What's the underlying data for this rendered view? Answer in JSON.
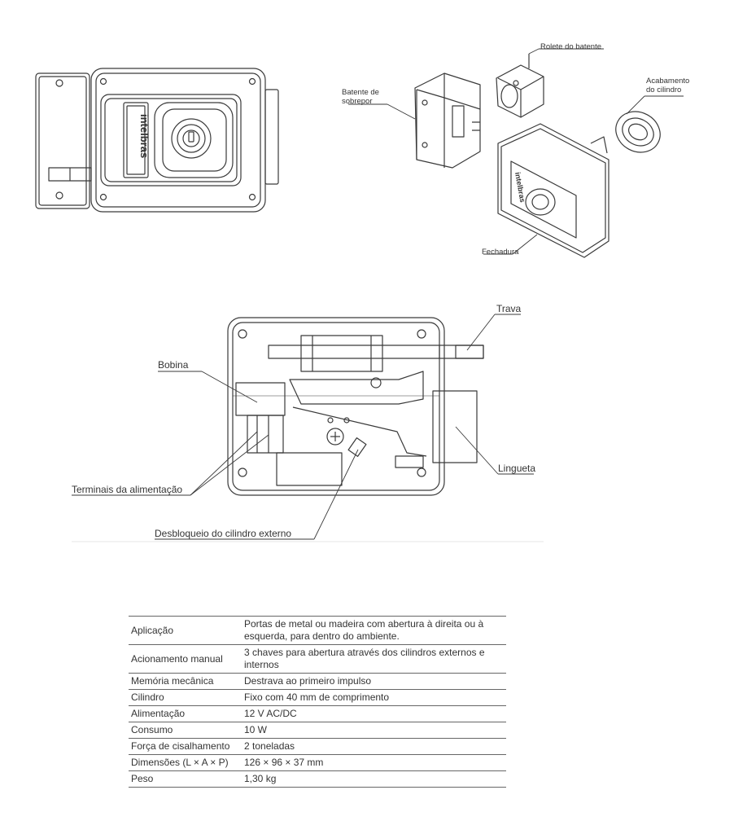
{
  "brand": "intelbras",
  "labels": {
    "rolete": "Rolete do batente",
    "batente": "Batente de sobrepor",
    "acabamento": "Acabamento do cilindro",
    "fechadura": "Fechadura",
    "trava": "Trava",
    "bobina": "Bobina",
    "lingueta": "Lingueta",
    "terminais": "Terminais da alimentação",
    "desbloqueio": "Desbloqueio do cilindro externo"
  },
  "specs": [
    {
      "label": "Aplicação",
      "value": "Portas de metal ou madeira com abertura à direita ou à esquerda, para dentro do ambiente."
    },
    {
      "label": "Acionamento manual",
      "value": "3 chaves para abertura através dos cilindros externos e internos"
    },
    {
      "label": "Memória mecânica",
      "value": "Destrava ao primeiro impulso"
    },
    {
      "label": "Cilindro",
      "value": "Fixo com 40 mm de comprimento"
    },
    {
      "label": "Alimentação",
      "value": "12 V AC/DC"
    },
    {
      "label": "Consumo",
      "value": "10 W"
    },
    {
      "label": "Força de cisalhamento",
      "value": "2 toneladas"
    },
    {
      "label": "Dimensões (L × A × P)",
      "value": "126 × 96 × 37 mm"
    },
    {
      "label": "Peso",
      "value": "1,30 kg"
    }
  ]
}
